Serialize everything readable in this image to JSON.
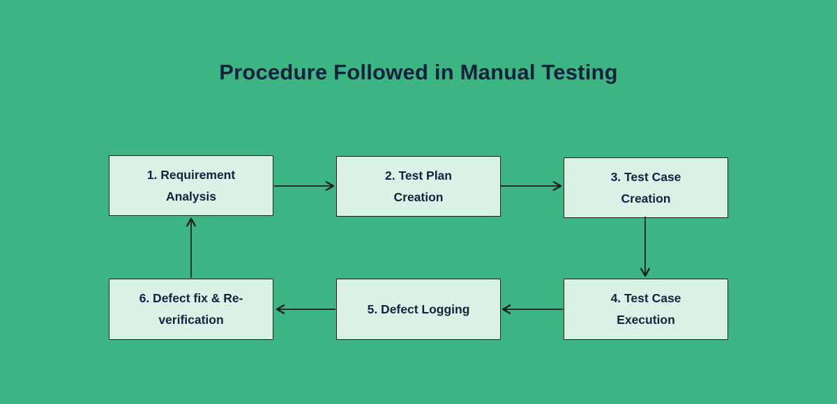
{
  "title": "Procedure Followed in Manual Testing",
  "colors": {
    "background": "#3cb583",
    "box_fill": "#d9f2e6",
    "box_border": "#1b1b1b",
    "text": "#14213d",
    "arrow": "#1b1b1b"
  },
  "steps": [
    {
      "id": 1,
      "label": "1. Requirement Analysis",
      "line1": "1. Requirement",
      "line2": "Analysis"
    },
    {
      "id": 2,
      "label": "2. Test Plan Creation",
      "line1": "2. Test Plan",
      "line2": "Creation"
    },
    {
      "id": 3,
      "label": "3. Test Case Creation",
      "line1": "3. Test Case",
      "line2": "Creation"
    },
    {
      "id": 4,
      "label": "4. Test Case Execution",
      "line1": "4. Test Case",
      "line2": "Execution"
    },
    {
      "id": 5,
      "label": "5. Defect Logging",
      "line1": "5. Defect Logging",
      "line2": ""
    },
    {
      "id": 6,
      "label": "6. Defect fix & Re-verification",
      "line1": "6. Defect fix & Re-",
      "line2": "verification"
    }
  ],
  "flow": [
    "step-1-to-step-2",
    "step-2-to-step-3",
    "step-3-to-step-4",
    "step-4-to-step-5",
    "step-5-to-step-6",
    "step-6-to-step-1"
  ]
}
